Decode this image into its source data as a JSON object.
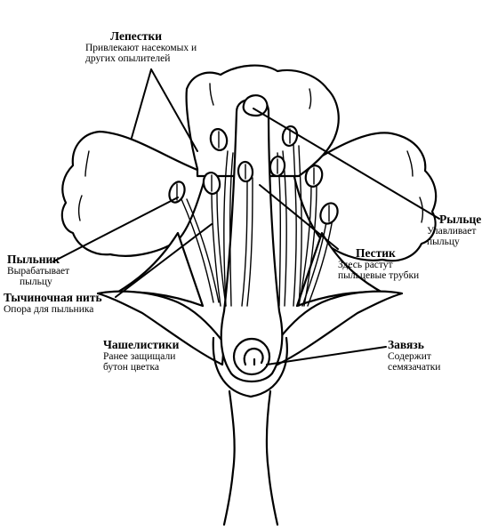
{
  "labels": {
    "petals": {
      "title": "Лепестки",
      "desc_lines": [
        "Привлекают насекомых и",
        "других опылителей"
      ]
    },
    "stigma": {
      "title": "Рыльце",
      "desc_lines": [
        "Улавливает",
        "пыльцу"
      ]
    },
    "pistil": {
      "title": "Пестик",
      "desc_lines": [
        "Здесь растут",
        "пыльцевые трубки"
      ]
    },
    "anther": {
      "title": "Пыльник",
      "desc_lines": [
        "Вырабатывает",
        "пыльцу"
      ]
    },
    "filament": {
      "title": "Тычиночная нить",
      "desc_lines": [
        "Опора для пыльника"
      ]
    },
    "sepals": {
      "title": "Чашелистики",
      "desc_lines": [
        "Ранее защищали",
        "бутон цветка"
      ]
    },
    "ovary": {
      "title": "Завязь",
      "desc_lines": [
        "Содержит",
        "семязачатки"
      ]
    }
  }
}
